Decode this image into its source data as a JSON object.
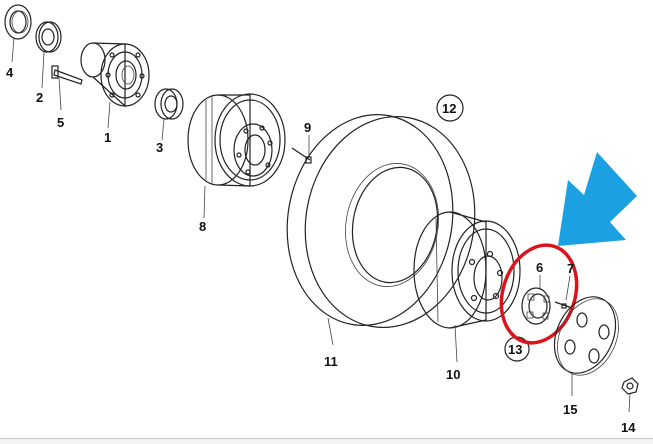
{
  "parts": {
    "seal": "4",
    "bearing_small": "2",
    "stud": "5",
    "hub": "1",
    "bearing": "3",
    "bolt": "9",
    "drum": "8",
    "tire_callout": "12",
    "tire": "11",
    "rim": "10",
    "hub_cap_part": "6",
    "clip": "7",
    "cap_callout": "13",
    "hub_cover": "15",
    "nut": "14"
  },
  "colors": {
    "arrow": "#1ba1e2",
    "highlight_ring": "#d9141b",
    "line": "#222222"
  },
  "icons": {
    "arrow": "down-left-arrow-icon"
  }
}
